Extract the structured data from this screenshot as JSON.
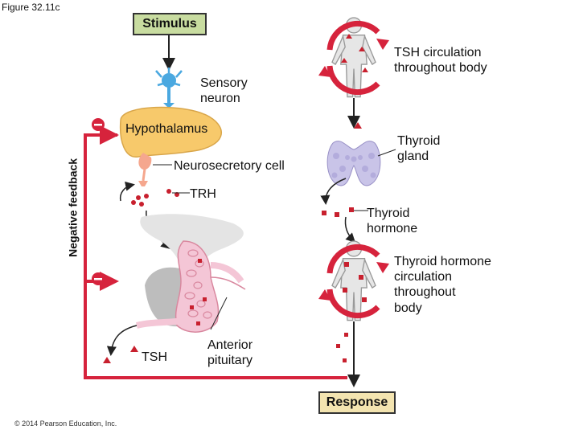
{
  "figure_label": "Figure 32.11c",
  "copyright": "© 2014 Pearson Education, Inc.",
  "colors": {
    "stimulus_box": "#c8dca0",
    "response_box": "#f3e4b0",
    "hypothalamus": "#f7c96b",
    "neuron": "#4aa8e0",
    "feedback": "#d6233c",
    "hormone": "#c8202e",
    "pituitary_tissue": "#f4c6d6",
    "thyroid": "#c9c4e8",
    "body_figure": "#e6e6e6"
  },
  "labels": {
    "stimulus": "Stimulus",
    "sensory_neuron": [
      "Sensory",
      "neuron"
    ],
    "hypothalamus": "Hypothalamus",
    "neurosecretory_cell": "Neurosecretory cell",
    "trh": "TRH",
    "tsh": "TSH",
    "anterior_pituitary": [
      "Anterior",
      "pituitary"
    ],
    "tsh_circulation": [
      "TSH circulation",
      "throughout body"
    ],
    "thyroid_gland": [
      "Thyroid",
      "gland"
    ],
    "thyroid_hormone": [
      "Thyroid",
      "hormone"
    ],
    "thyroid_hormone_circulation": [
      "Thyroid hormone",
      "circulation",
      "throughout",
      "body"
    ],
    "response": "Response",
    "negative_feedback": "Negative feedback",
    "minus_sign": "−"
  }
}
